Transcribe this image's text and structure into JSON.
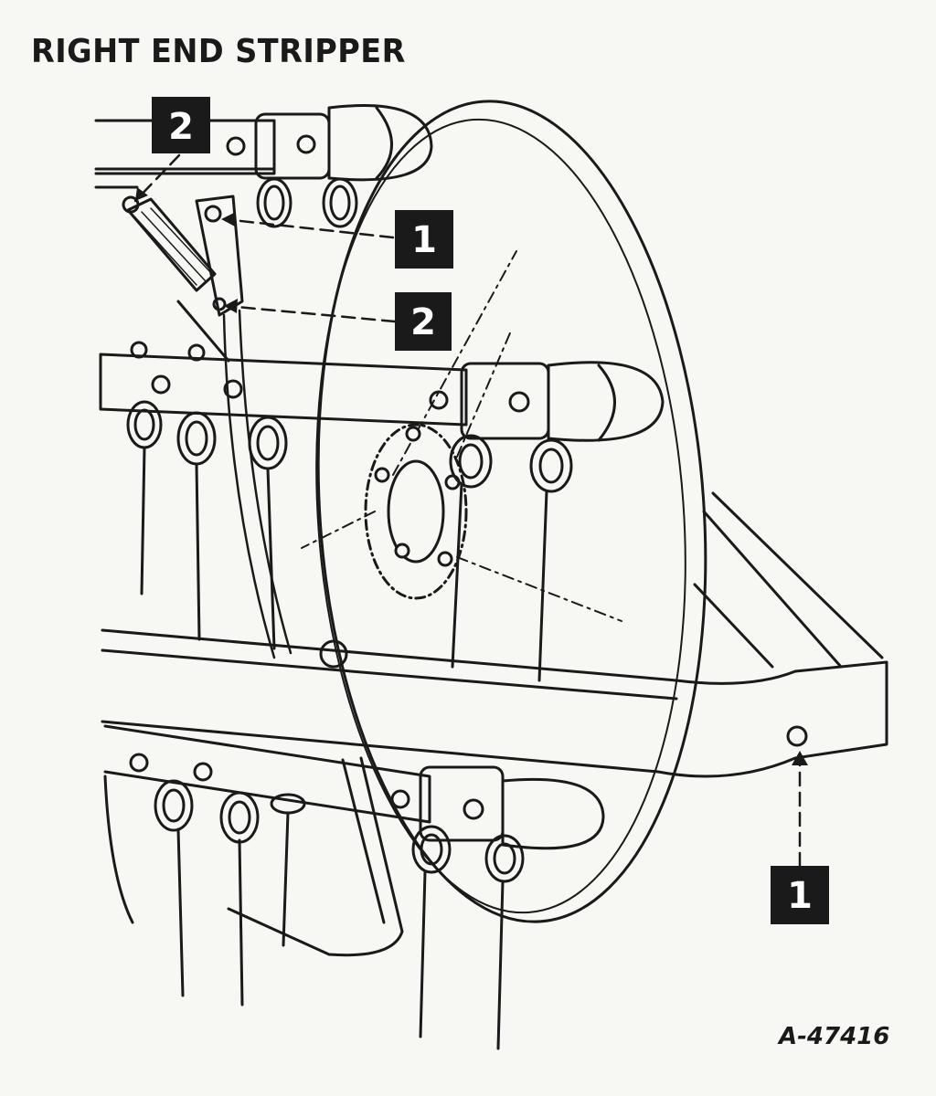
{
  "title": "RIGHT END STRIPPER",
  "figure_id": "A-47416",
  "callouts": [
    {
      "label": "2"
    },
    {
      "label": "1"
    },
    {
      "label": "2"
    },
    {
      "label": "1"
    }
  ]
}
